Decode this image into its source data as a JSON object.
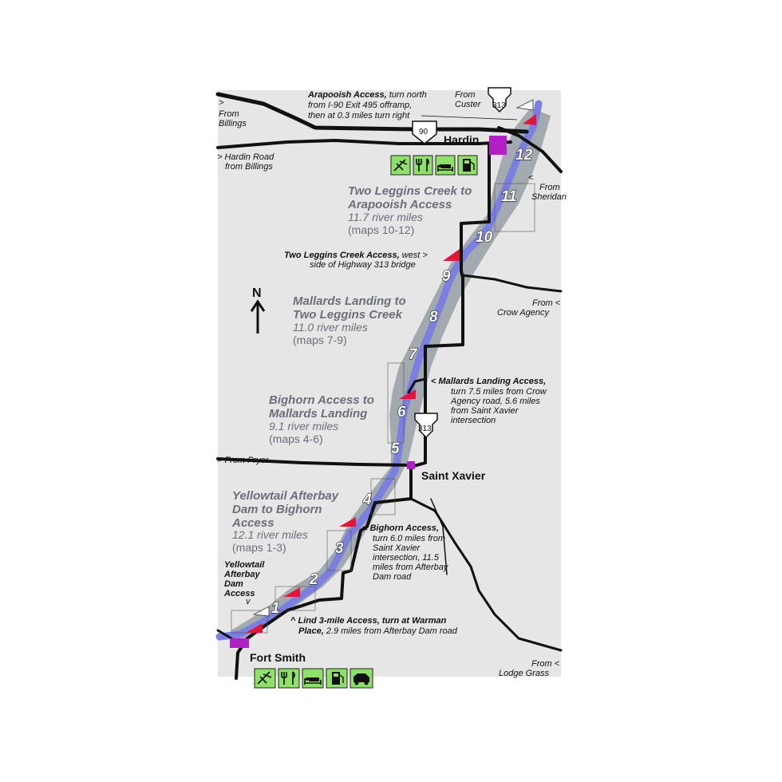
{
  "towns": {
    "hardin": "Hardin",
    "saint_xavier": "Saint Xavier",
    "fort_smith": "Fort Smith"
  },
  "directions": {
    "from_custer_1": "From",
    "from_custer_2": "Custer",
    "from_billings_1": "From",
    "from_billings_2": "Billings",
    "hardin_road_1": "> Hardin Road",
    "hardin_road_2": "from Billings",
    "from_sheridan_1": "From",
    "from_sheridan_2": "Sheridan",
    "crow_agency_1": "From <",
    "crow_agency_2": "Crow Agency",
    "from_pryor": "> From Pryor",
    "lodge_grass_1": "From <",
    "lodge_grass_2": "Lodge Grass"
  },
  "shields": {
    "hwy313_top": "313",
    "i90": "90",
    "hwy313_mid": "313"
  },
  "north_label": "N",
  "accesses": {
    "arapooish": {
      "line1_bold": "Arapooish Access,",
      "line1_rest": " turn north",
      "line2": "from I-90 Exit 495 offramp,",
      "line3": "then at 0.3 miles turn right"
    },
    "two_leggins": {
      "line1_bold": "Two Leggins Creek Access,",
      "line1_rest": " west >",
      "line2": "side of Highway 313 bridge"
    },
    "mallards": {
      "line1_bold": "< Mallards Landing Access,",
      "line2": "turn 7.5 miles from Crow",
      "line3": "Agency road, 5.6 miles",
      "line4": "from Saint Xavier",
      "line5": "intersection"
    },
    "bighorn": {
      "line1_bold": "< Bighorn Access,",
      "line2": "turn 6.0 miles from",
      "line3": "Saint Xavier",
      "line4": "intersection, 11.5",
      "line5": "miles from Afterbay",
      "line6": "Dam road"
    },
    "yellowtail": {
      "line1": "Yellowtail",
      "line2": "Afterbay",
      "line3": "Dam",
      "line4": "Access",
      "line5": "v"
    },
    "lind": {
      "line1_bold": "^ Lind 3-mile Access, turn at Warman",
      "line2_bold": "Place,",
      "line2_rest": " 2.9 miles from Afterbay Dam road"
    }
  },
  "segments": [
    {
      "title1": "Two Leggins Creek to",
      "title2": "Arapooish Access",
      "miles": "11.7 river miles",
      "maps": "(maps 10-12)"
    },
    {
      "title1": "Mallards Landing to",
      "title2": "Two Leggins Creek",
      "miles": "11.0 river miles",
      "maps": "(maps 7-9)"
    },
    {
      "title1": "Bighorn Access to",
      "title2": "Mallards Landing",
      "miles": "9.1 river miles",
      "maps": "(maps 4-6)"
    },
    {
      "title1": "Yellowtail Afterbay",
      "title2": "Dam to Bighorn",
      "title3": "Access",
      "miles": "12.1 river miles",
      "maps": "(maps 1-3)"
    }
  ],
  "map_numbers": [
    "1",
    "2",
    "3",
    "4",
    "5",
    "6",
    "7",
    "8",
    "9",
    "10",
    "11",
    "12"
  ],
  "service_icons": {
    "hardin": [
      "fly-shop-icon",
      "restaurant-icon",
      "lodging-icon",
      "gas-icon"
    ],
    "fort_smith": [
      "fly-shop-icon",
      "restaurant-icon",
      "lodging-icon",
      "gas-icon",
      "shuttle-icon"
    ]
  },
  "colors": {
    "land": "#e6e6e6",
    "river": "#7b7fe0",
    "corridor": "#9aa3a8",
    "road": "#111111",
    "town_marker": "#b021c4",
    "access_flag": "#e0173a",
    "service_bg": "#8ee06a",
    "segment_text": "#6b6f7a"
  }
}
